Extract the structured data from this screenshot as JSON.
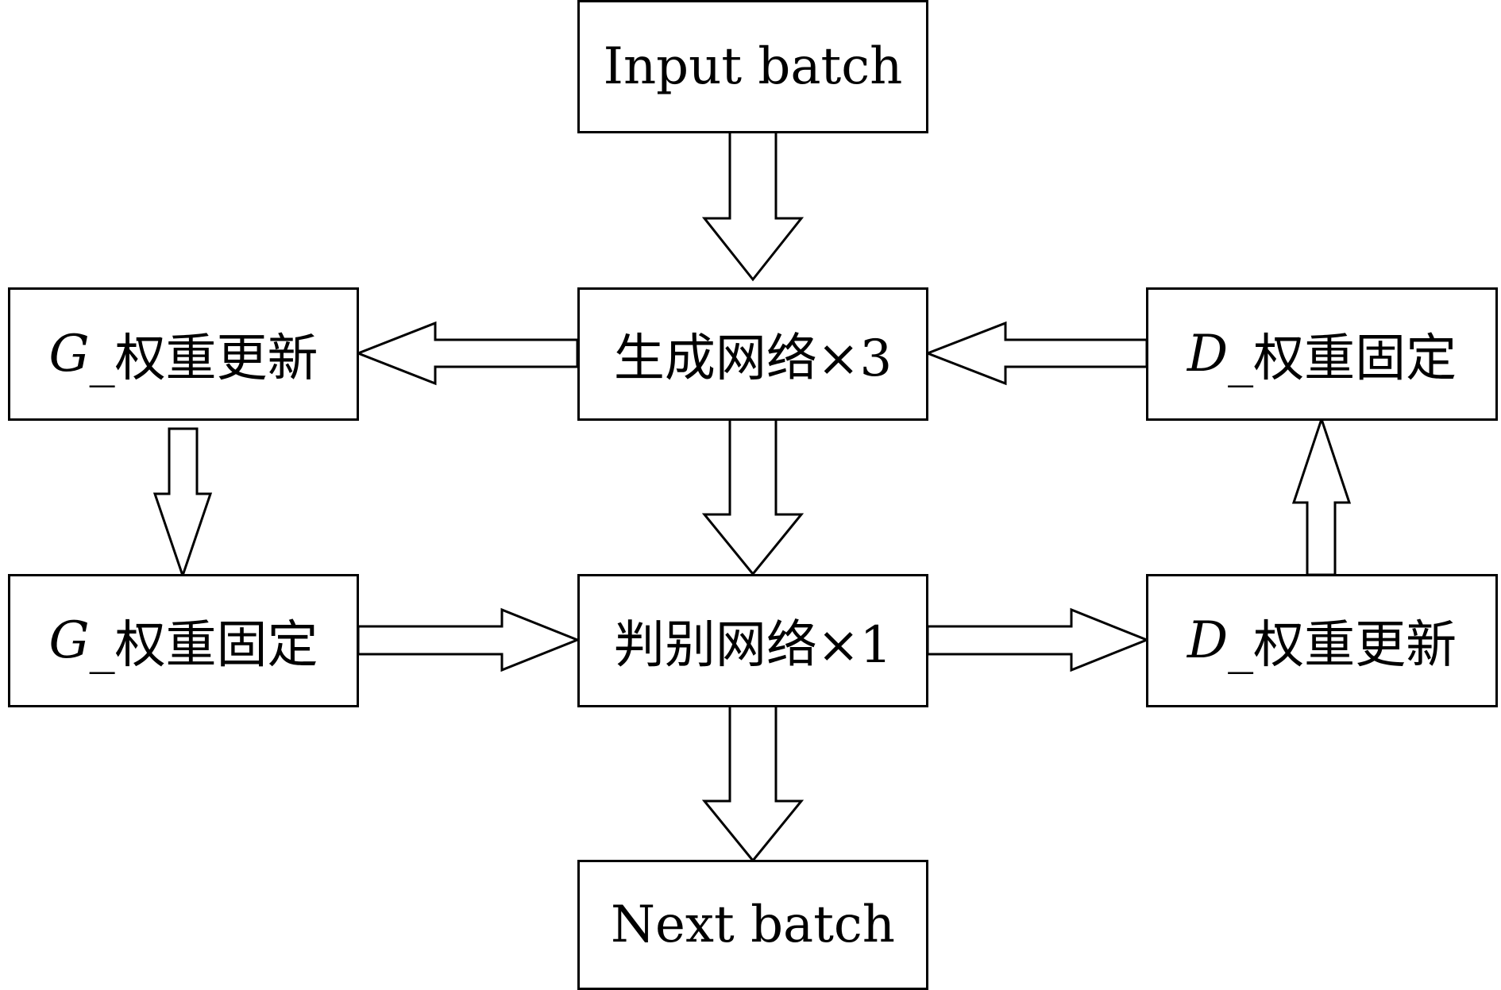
{
  "nodes": {
    "input_batch": {
      "label": "Input batch"
    },
    "generator": {
      "label": "生成网络×3"
    },
    "discriminator": {
      "label": "判别网络×1"
    },
    "next_batch": {
      "label": "Next batch"
    },
    "g_update": {
      "var": "G",
      "label": "_权重更新"
    },
    "g_fixed": {
      "var": "G",
      "label": "_权重固定"
    },
    "d_fixed": {
      "var": "D",
      "label": "_权重固定"
    },
    "d_update": {
      "var": "D",
      "label": "_权重更新"
    }
  },
  "edges": [
    {
      "from": "input_batch",
      "to": "generator"
    },
    {
      "from": "generator",
      "to": "g_update"
    },
    {
      "from": "d_fixed",
      "to": "generator"
    },
    {
      "from": "generator",
      "to": "discriminator"
    },
    {
      "from": "g_update",
      "to": "g_fixed"
    },
    {
      "from": "d_update",
      "to": "d_fixed"
    },
    {
      "from": "g_fixed",
      "to": "discriminator"
    },
    {
      "from": "discriminator",
      "to": "d_update"
    },
    {
      "from": "discriminator",
      "to": "next_batch"
    }
  ]
}
